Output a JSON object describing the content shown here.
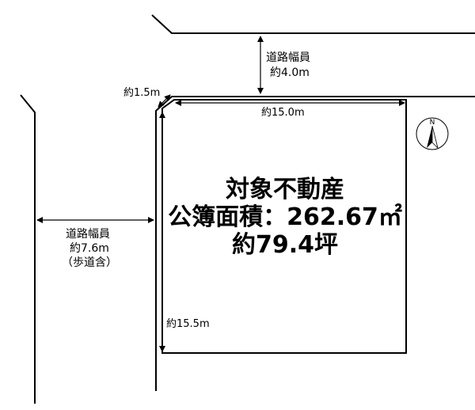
{
  "property": {
    "title": "対象不動産",
    "area_line": "公簿面積：262.67㎡",
    "tsubo_line": "約79.4坪"
  },
  "road_north": {
    "label": "道路幅員",
    "width": "約4.0m"
  },
  "road_west": {
    "label": "道路幅員",
    "width": "約7.6m",
    "note": "（歩道含）"
  },
  "dimensions": {
    "corner_cut": "約1.5m",
    "north_side": "約15.0m",
    "west_side": "約15.5m"
  },
  "compass": {
    "label": "N",
    "icon": "north-arrow-icon"
  },
  "colors": {
    "line": "#000000",
    "background": "#ffffff"
  }
}
